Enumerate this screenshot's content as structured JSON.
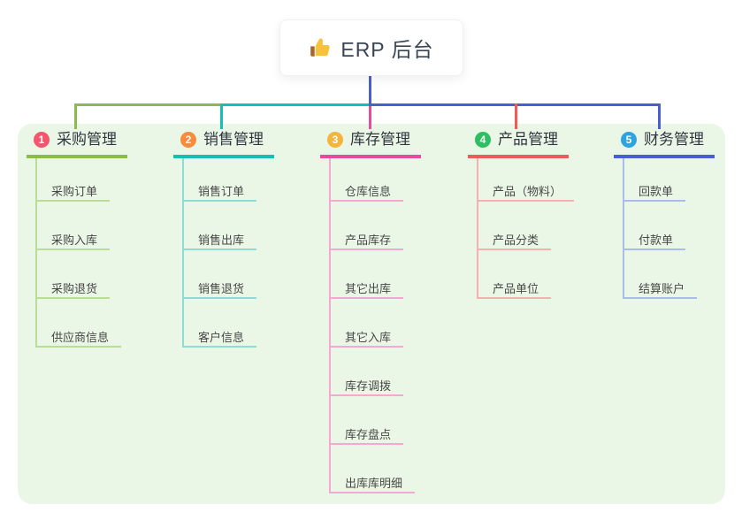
{
  "root": {
    "title": "ERP 后台",
    "icon": "thumbs-up"
  },
  "canvas": {
    "background": "#ffffff",
    "panel_background": "#ebf7e6"
  },
  "connector": {
    "trunk_color": "#4a5ed3"
  },
  "branches": [
    {
      "index": "1",
      "label": "采购管理",
      "badge_color": "#f4566d",
      "line_color": "#8abb4c",
      "line_light": "#b9dc97",
      "children": [
        "采购订单",
        "采购入库",
        "采购退货",
        "供应商信息"
      ]
    },
    {
      "index": "2",
      "label": "销售管理",
      "badge_color": "#f98c3c",
      "line_color": "#14bfb4",
      "line_light": "#8fdcd5",
      "children": [
        "销售订单",
        "销售出库",
        "销售退货",
        "客户信息"
      ]
    },
    {
      "index": "3",
      "label": "库存管理",
      "badge_color": "#f5b43c",
      "line_color": "#e84a9f",
      "line_light": "#f3a9d1",
      "children": [
        "仓库信息",
        "产品库存",
        "其它出库",
        "其它入库",
        "库存调拨",
        "库存盘点",
        "出库库明细"
      ]
    },
    {
      "index": "4",
      "label": "产品管理",
      "badge_color": "#2ebf62",
      "line_color": "#f05b58",
      "line_light": "#f8b1ae",
      "children": [
        "产品（物料）",
        "产品分类",
        "产品单位"
      ]
    },
    {
      "index": "5",
      "label": "财务管理",
      "badge_color": "#2ea4de",
      "line_color": "#4a5ed3",
      "line_light": "#aabce9",
      "children": [
        "回款单",
        "付款单",
        "结算账户"
      ]
    }
  ]
}
